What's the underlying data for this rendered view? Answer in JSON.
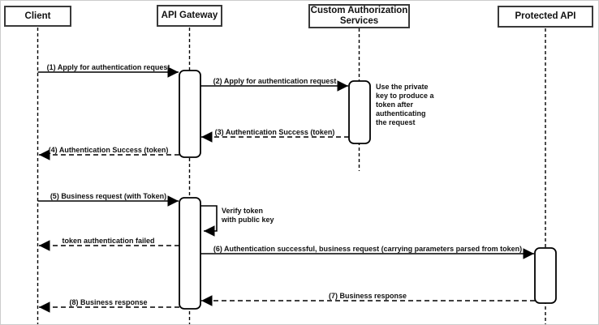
{
  "diagram": {
    "type": "uml-sequence",
    "participants": [
      {
        "label": "Client"
      },
      {
        "label": "API Gateway"
      },
      {
        "label": "Custom Authorization Services"
      },
      {
        "label": "Protected API"
      }
    ],
    "messages": [
      {
        "label": "(1) Apply for authentication request",
        "from": "Client",
        "to": "API Gateway",
        "style": "solid"
      },
      {
        "label": "(2) Apply for authentication request",
        "from": "API Gateway",
        "to": "Custom Authorization Services",
        "style": "solid"
      },
      {
        "label": "(3) Authentication Success (token)",
        "from": "Custom Authorization Services",
        "to": "API Gateway",
        "style": "dashed"
      },
      {
        "label": "(4) Authentication Success (token)",
        "from": "API Gateway",
        "to": "Client",
        "style": "dashed"
      },
      {
        "label": "(5) Business request (with Token)",
        "from": "Client",
        "to": "API Gateway",
        "style": "solid"
      },
      {
        "lines": [
          "Verify token",
          "with public key"
        ],
        "from": "API Gateway",
        "to": "API Gateway",
        "style": "self"
      },
      {
        "label": "token authentication failed",
        "from": "API Gateway",
        "to": "Client",
        "style": "dashed"
      },
      {
        "label": "(6) Authentication successful, business request (carrying parameters parsed from token)",
        "from": "API Gateway",
        "to": "Protected API",
        "style": "solid"
      },
      {
        "label": "(7) Business response",
        "from": "Protected API",
        "to": "API Gateway",
        "style": "dashed"
      },
      {
        "label": "(8) Business response",
        "from": "API Gateway",
        "to": "Client",
        "style": "dashed"
      }
    ],
    "note": {
      "lines": [
        "Use the private",
        "key to produce a",
        "token after",
        "authenticating",
        "the request"
      ],
      "attached_to": "Custom Authorization Services"
    },
    "colors": {
      "line": "#000000",
      "box_border": "#3a3a3a",
      "background": "#ffffff"
    }
  }
}
